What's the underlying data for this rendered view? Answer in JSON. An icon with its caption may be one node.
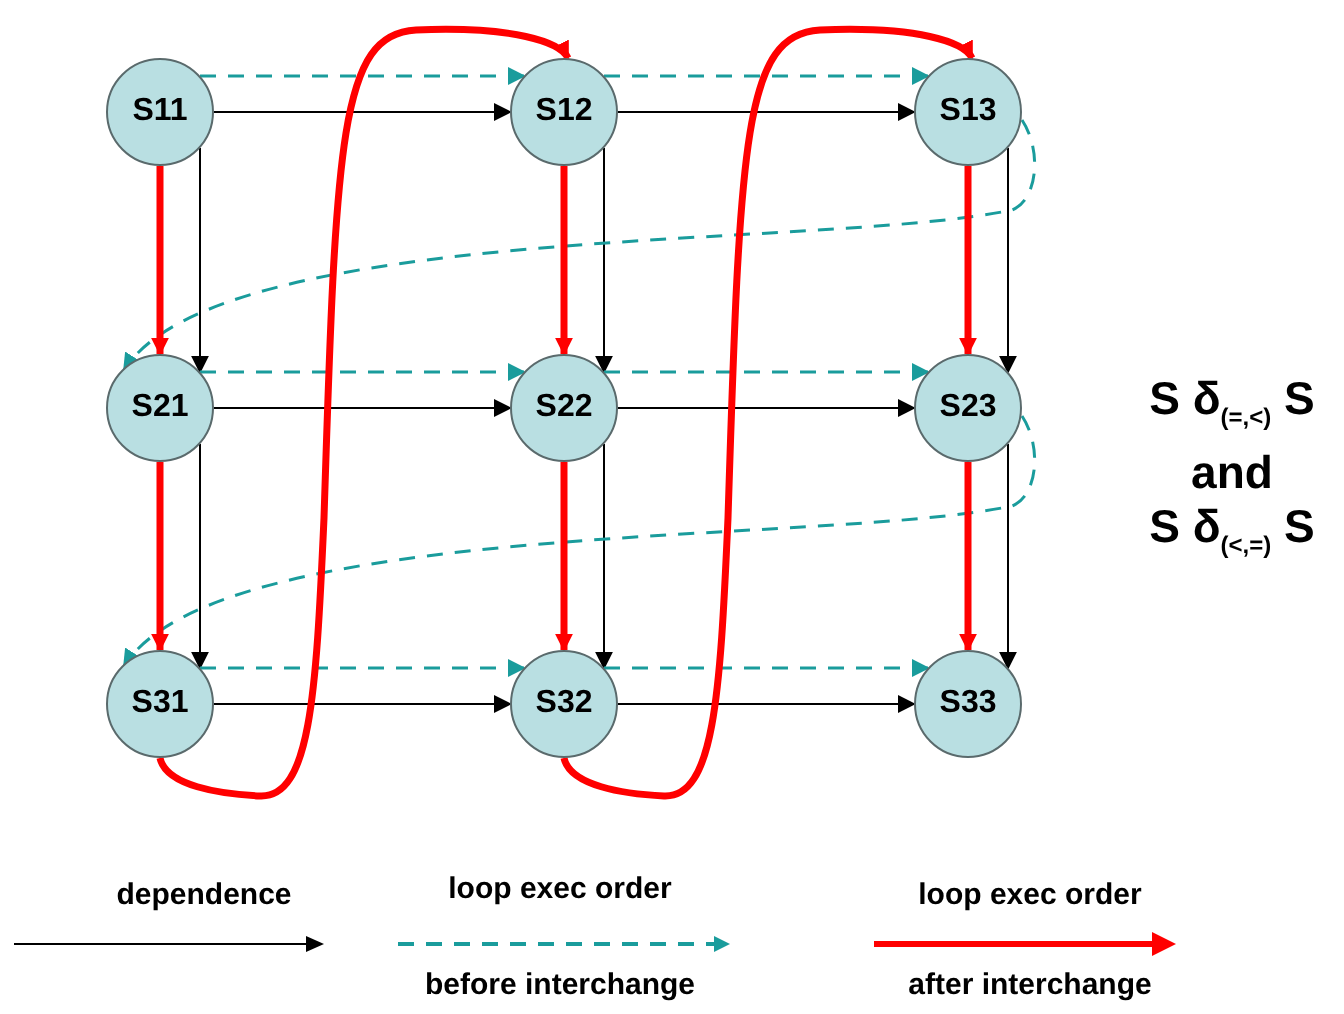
{
  "diagram": {
    "nodes": [
      {
        "text": [
          "S11"
        ]
      },
      {
        "text": [
          "S12"
        ]
      },
      {
        "text": [
          "S13"
        ]
      },
      {
        "text": [
          "S21"
        ]
      },
      {
        "text": [
          "S22"
        ]
      },
      {
        "text": [
          "S23"
        ]
      },
      {
        "text": [
          "S31"
        ]
      },
      {
        "text": [
          "S32"
        ]
      },
      {
        "text": [
          "S33"
        ]
      }
    ],
    "edges": [
      {
        "from": 0,
        "to": 1,
        "arrow": "to"
      },
      {
        "from": 1,
        "to": 2,
        "arrow": "to"
      },
      {
        "from": 3,
        "to": 4,
        "arrow": "to"
      },
      {
        "from": 4,
        "to": 5,
        "arrow": "to"
      },
      {
        "from": 6,
        "to": 7,
        "arrow": "to"
      },
      {
        "from": 7,
        "to": 8,
        "arrow": "to"
      },
      {
        "from": 0,
        "to": 3,
        "arrow": "to"
      },
      {
        "from": 1,
        "to": 4,
        "arrow": "to"
      },
      {
        "from": 2,
        "to": 5,
        "arrow": "to"
      },
      {
        "from": 3,
        "to": 6,
        "arrow": "to"
      },
      {
        "from": 4,
        "to": 7,
        "arrow": "to"
      },
      {
        "from": 5,
        "to": 8,
        "arrow": "to"
      },
      {
        "from": 0,
        "to": 1,
        "arrow": "to",
        "style": "dashed",
        "color": "#1a9c9c"
      },
      {
        "from": 1,
        "to": 2,
        "arrow": "to",
        "style": "dashed",
        "color": "#1a9c9c"
      },
      {
        "from": 2,
        "to": 3,
        "arrow": "to",
        "style": "dashed",
        "color": "#1a9c9c"
      },
      {
        "from": 3,
        "to": 4,
        "arrow": "to",
        "style": "dashed",
        "color": "#1a9c9c"
      },
      {
        "from": 4,
        "to": 5,
        "arrow": "to",
        "style": "dashed",
        "color": "#1a9c9c"
      },
      {
        "from": 5,
        "to": 6,
        "arrow": "to",
        "style": "dashed",
        "color": "#1a9c9c"
      },
      {
        "from": 6,
        "to": 7,
        "arrow": "to",
        "style": "dashed",
        "color": "#1a9c9c"
      },
      {
        "from": 7,
        "to": 8,
        "arrow": "to",
        "style": "dashed",
        "color": "#1a9c9c"
      },
      {
        "from": 0,
        "to": 3,
        "arrow": "to",
        "style": "thick",
        "color": "#ff0000"
      },
      {
        "from": 3,
        "to": 6,
        "arrow": "to",
        "style": "thick",
        "color": "#ff0000"
      },
      {
        "from": 6,
        "to": 1,
        "arrow": "to",
        "style": "thick",
        "color": "#ff0000"
      },
      {
        "from": 1,
        "to": 4,
        "arrow": "to",
        "style": "thick",
        "color": "#ff0000"
      },
      {
        "from": 4,
        "to": 7,
        "arrow": "to",
        "style": "thick",
        "color": "#ff0000"
      },
      {
        "from": 7,
        "to": 2,
        "arrow": "to",
        "style": "thick",
        "color": "#ff0000"
      },
      {
        "from": 2,
        "to": 5,
        "arrow": "to",
        "style": "thick",
        "color": "#ff0000"
      },
      {
        "from": 5,
        "to": 8,
        "arrow": "to",
        "style": "thick",
        "color": "#ff0000"
      }
    ],
    "labels": [
      "S δ$_{(=,<)}$ S",
      "and",
      "S δ$_{(<,=)}$ S",
      "before interchange",
      "after interchange"
    ],
    "legend": [
      {
        "text": "dependence"
      },
      {
        "text": "loop exec order"
      },
      {
        "text": "loop exec order"
      }
    ]
  }
}
